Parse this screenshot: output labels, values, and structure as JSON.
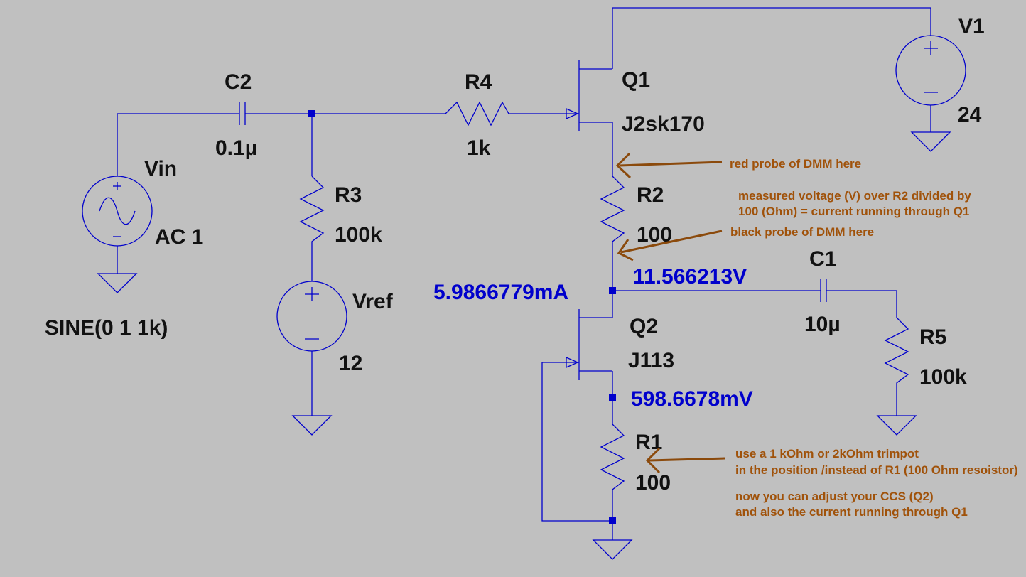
{
  "components": {
    "c2": {
      "name": "C2",
      "value": "0.1µ"
    },
    "r4": {
      "name": "R4",
      "value": "1k"
    },
    "q1": {
      "name": "Q1",
      "value": "J2sk170"
    },
    "v1": {
      "name": "V1",
      "value": "24"
    },
    "vin": {
      "name": "Vin",
      "value": "AC 1",
      "spec": "SINE(0 1 1k)"
    },
    "r3": {
      "name": "R3",
      "value": "100k"
    },
    "vref": {
      "name": "Vref",
      "value": "12"
    },
    "r2": {
      "name": "R2",
      "value": "100"
    },
    "c1": {
      "name": "C1",
      "value": "10µ"
    },
    "r5": {
      "name": "R5",
      "value": "100k"
    },
    "q2": {
      "name": "Q2",
      "value": "J113"
    },
    "r1": {
      "name": "R1",
      "value": "100"
    }
  },
  "measurements": {
    "current": "5.9866779mA",
    "drain_voltage": "11.566213V",
    "source_voltage": "598.6678mV"
  },
  "notes": {
    "red_probe": "red probe of DMM here",
    "measured_line1": "measured voltage (V) over R2 divided by",
    "measured_line2": "100 (Ohm) = current running through Q1",
    "black_probe": "black probe of DMM here",
    "trimpot_line1": "use a 1 kOhm or 2kOhm trimpot",
    "trimpot_line2": "in the position /instead of R1 (100 Ohm resoistor)",
    "adjust_line1": "now you can adjust your CCS (Q2)",
    "adjust_line2": "and also the current running through Q1"
  },
  "colors": {
    "background": "#c0c0c0",
    "wire": "#0000cc",
    "annotation": "#a0520a",
    "arrow": "#8b4a0c",
    "label": "#111111"
  }
}
